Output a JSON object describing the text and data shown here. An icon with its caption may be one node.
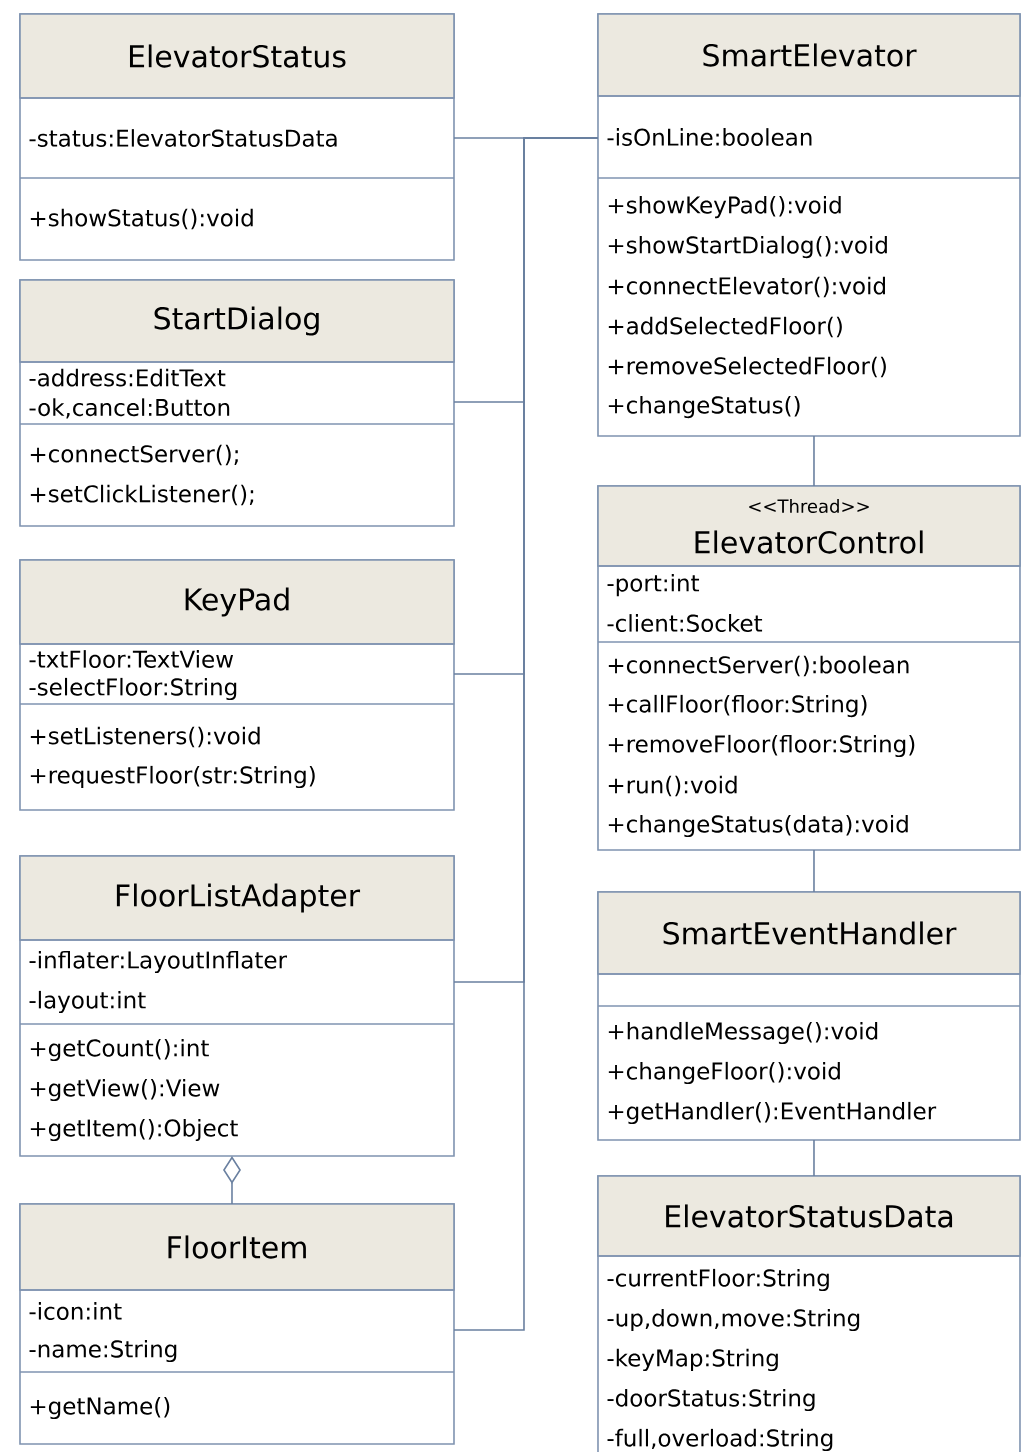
{
  "diagram": {
    "nodes": [
      {
        "text": [
          "ElevatorStatus",
          "-status:ElevatorStatusData",
          "+showStatus():void"
        ]
      },
      {
        "text": [
          "StartDialog",
          "-address:EditText",
          "-ok,cancel:Button",
          "+connectServer();",
          "+setClickListener();"
        ]
      },
      {
        "text": [
          "KeyPad",
          "-txtFloor:TextView",
          "-selectFloor:String",
          "+setListeners():void",
          "+requestFloor(str:String)"
        ]
      },
      {
        "text": [
          "FloorListAdapter",
          "-inflater:LayoutInflater",
          "-layout:int",
          "+getCount():int",
          "+getView():View",
          "+getItem():Object"
        ]
      },
      {
        "text": [
          "FloorItem",
          "-icon:int",
          "-name:String",
          "+getName()"
        ]
      },
      {
        "text": [
          "SmartElevator",
          "-isOnLine:boolean",
          "+showKeyPad():void",
          "+showStartDialog():void",
          "+connectElevator():void",
          "+addSelectedFloor()",
          "+removeSelectedFloor()",
          "+changeStatus()"
        ]
      },
      {
        "text": [
          "<<Thread>>",
          "ElevatorControl",
          "-port:int",
          "-client:Socket",
          "+connectServer():boolean",
          "+callFloor(floor:String)",
          "+removeFloor(floor:String)",
          "+run():void",
          "+changeStatus(data):void"
        ]
      },
      {
        "text": [
          "SmartEventHandler",
          "+handleMessage():void",
          "+changeFloor():void",
          "+getHandler():EventHandler"
        ]
      },
      {
        "text": [
          "ElevatorStatusData",
          "-currentFloor:String",
          "-up,down,move:String",
          "-keyMap:String",
          "-doorStatus:String",
          "-full,overload:String"
        ]
      }
    ],
    "edges": [
      {
        "from": 0,
        "to": 5,
        "arrow": "none"
      },
      {
        "from": 1,
        "to": 5,
        "arrow": "none"
      },
      {
        "from": 2,
        "to": 5,
        "arrow": "none"
      },
      {
        "from": 3,
        "to": 5,
        "arrow": "none"
      },
      {
        "from": 4,
        "to": 5,
        "arrow": "none"
      },
      {
        "from": 4,
        "to": 3,
        "arrow": "other"
      },
      {
        "from": 5,
        "to": 6,
        "arrow": "none"
      },
      {
        "from": 6,
        "to": 7,
        "arrow": "none"
      },
      {
        "from": 7,
        "to": 8,
        "arrow": "none"
      }
    ]
  }
}
